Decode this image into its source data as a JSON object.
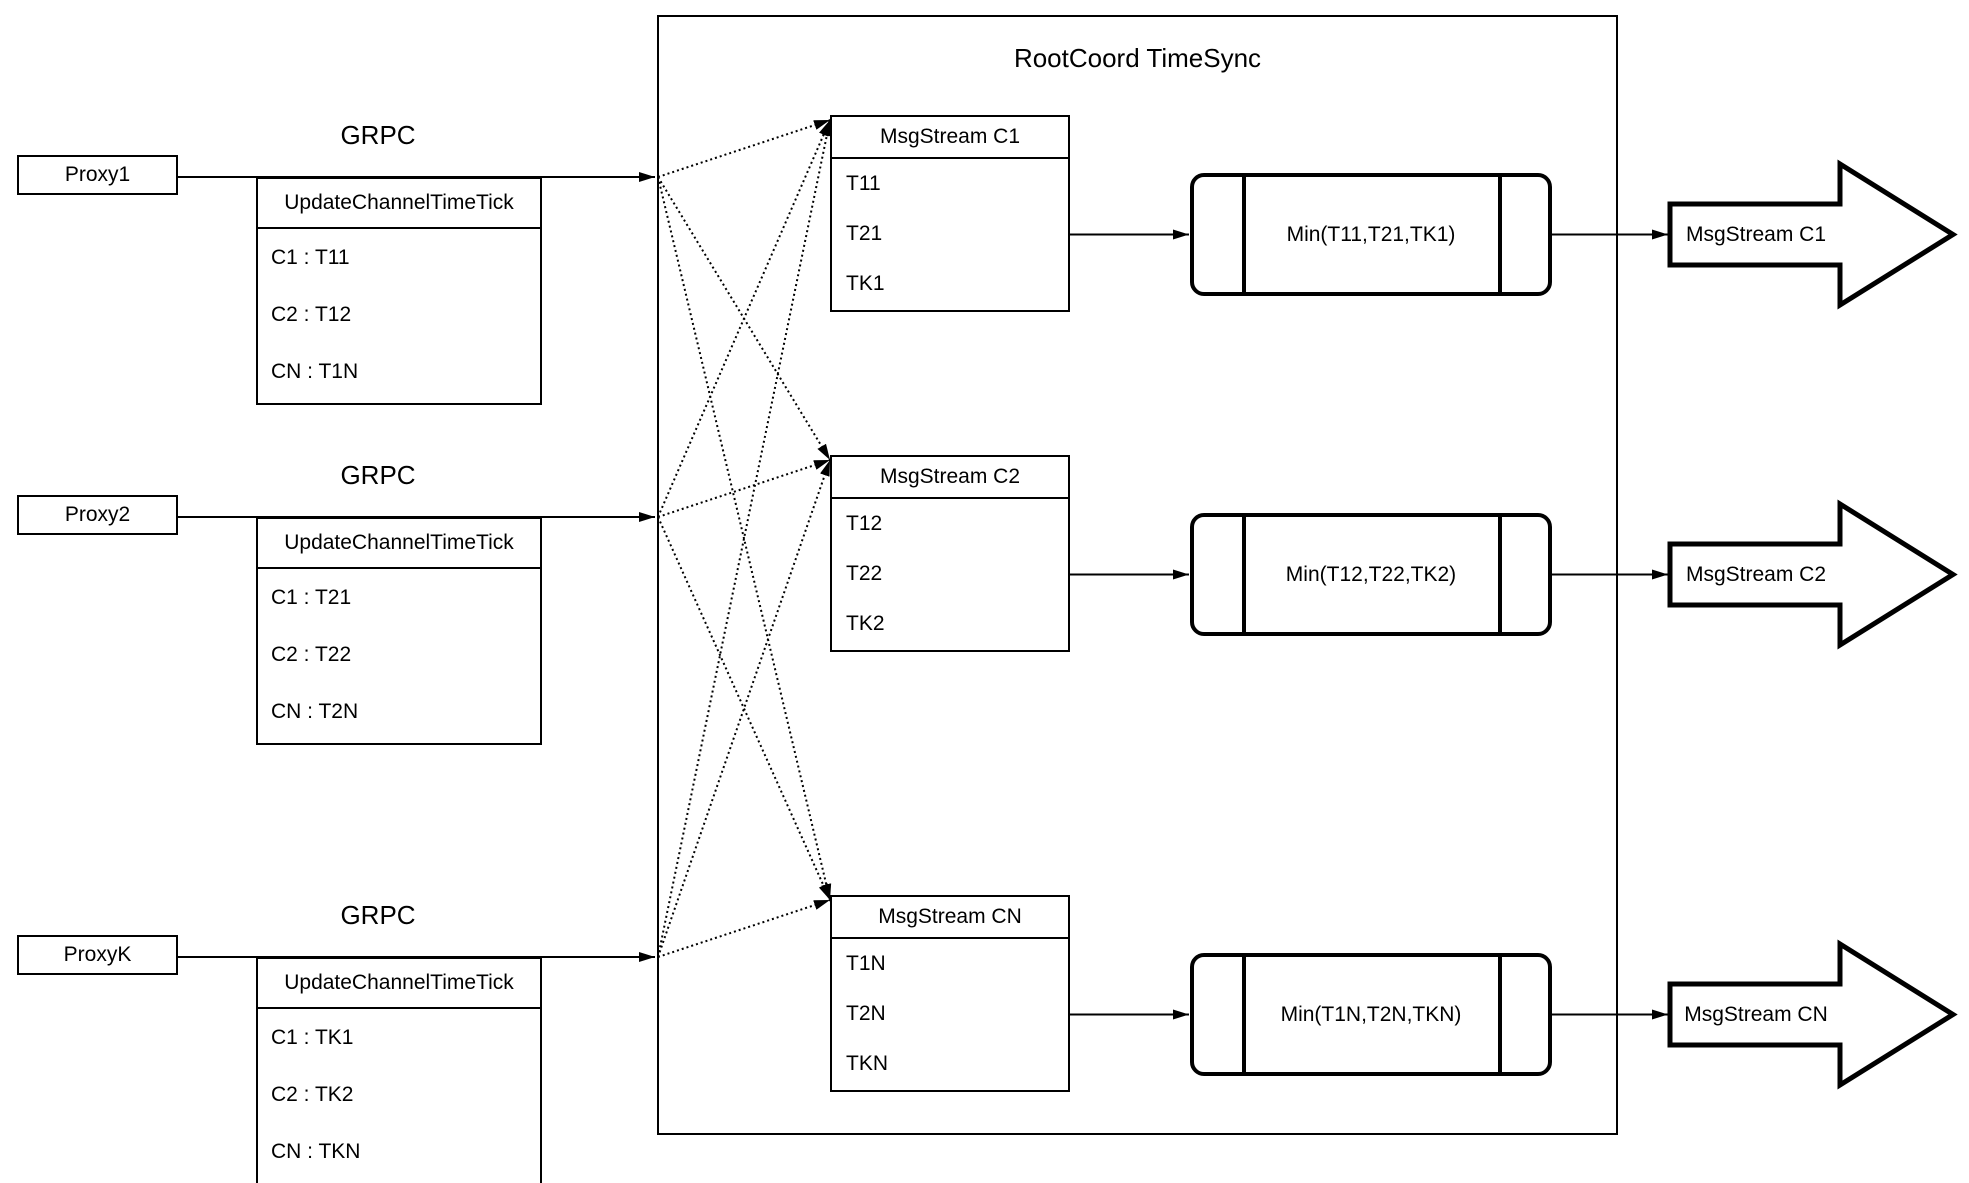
{
  "diagram": {
    "title": "RootCoord TimeSync",
    "colors": {
      "stroke": "#000000",
      "background": "#ffffff"
    },
    "rows": [
      {
        "proxy_label": "Proxy1",
        "grpc_label": "GRPC",
        "update_table": {
          "header": "UpdateChannelTimeTick",
          "entries": [
            "C1 : T11",
            "C2 : T12",
            "CN : T1N"
          ]
        },
        "msgstream_table": {
          "header": "MsgStream C1",
          "entries": [
            "T11",
            "T21",
            "TK1"
          ]
        },
        "min_label": "Min(T11,T21,TK1)",
        "output_label": "MsgStream C1"
      },
      {
        "proxy_label": "Proxy2",
        "grpc_label": "GRPC",
        "update_table": {
          "header": "UpdateChannelTimeTick",
          "entries": [
            "C1 : T21",
            "C2 : T22",
            "CN : T2N"
          ]
        },
        "msgstream_table": {
          "header": "MsgStream C2",
          "entries": [
            "T12",
            "T22",
            "TK2"
          ]
        },
        "min_label": "Min(T12,T22,TK2)",
        "output_label": "MsgStream C2"
      },
      {
        "proxy_label": "ProxyK",
        "grpc_label": "GRPC",
        "update_table": {
          "header": "UpdateChannelTimeTick",
          "entries": [
            "C1 : TK1",
            "C2 : TK2",
            "CN : TKN"
          ]
        },
        "msgstream_table": {
          "header": "MsgStream CN",
          "entries": [
            "T1N",
            "T2N",
            "TKN"
          ]
        },
        "min_label": "Min(T1N,T2N,TKN)",
        "output_label": "MsgStream CN"
      }
    ]
  }
}
